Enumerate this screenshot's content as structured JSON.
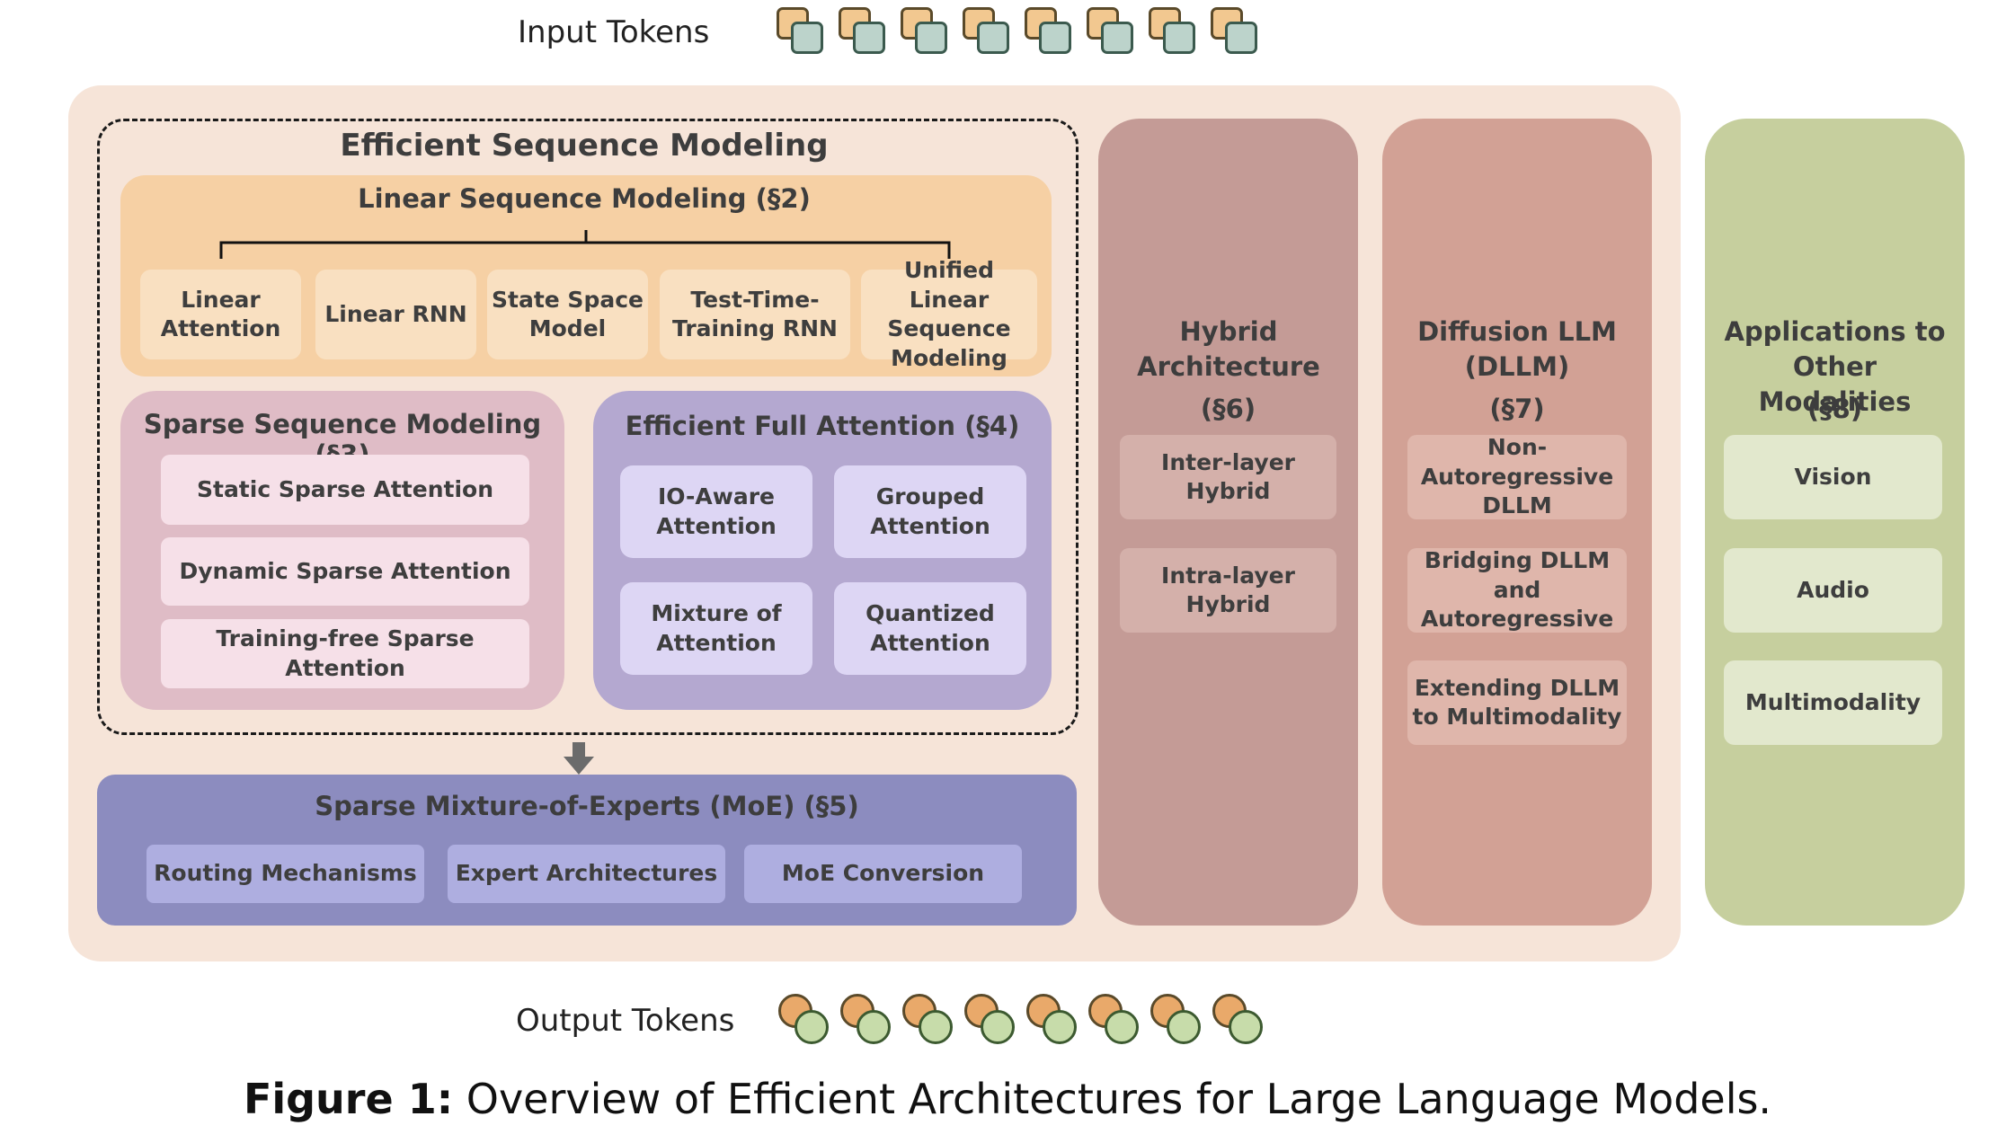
{
  "input_label": "Input Tokens",
  "output_label": "Output Tokens",
  "efficient_seq": {
    "title": "Efficient Sequence Modeling"
  },
  "linear": {
    "title": "Linear Sequence Modeling (§2)",
    "items": [
      "Linear Attention",
      "Linear RNN",
      "State Space Model",
      "Test-Time-Training RNN",
      "Unified Linear Sequence Modeling"
    ]
  },
  "sparse": {
    "title": "Sparse Sequence Modeling (§3)",
    "items": [
      "Static Sparse Attention",
      "Dynamic Sparse Attention",
      "Training-free Sparse Attention"
    ]
  },
  "full_attention": {
    "title": "Efficient Full Attention (§4)",
    "items": [
      "IO-Aware Attention",
      "Grouped Attention",
      "Mixture of Attention",
      "Quantized Attention"
    ]
  },
  "moe": {
    "title": "Sparse Mixture-of-Experts (MoE) (§5)",
    "items": [
      "Routing Mechanisms",
      "Expert Architectures",
      "MoE Conversion"
    ]
  },
  "hybrid": {
    "title": "Hybrid Architecture",
    "section": "(§6)",
    "items": [
      "Inter-layer Hybrid",
      "Intra-layer Hybrid"
    ]
  },
  "dllm": {
    "title": "Diffusion LLM (DLLM)",
    "section": "(§7)",
    "items": [
      "Non-Autoregressive DLLM",
      "Bridging DLLM and Autoregressive",
      "Extending DLLM to Multimodality"
    ]
  },
  "apps": {
    "title": "Applications to Other Modalities",
    "section": "(§8)",
    "items": [
      "Vision",
      "Audio",
      "Multimodality"
    ]
  },
  "caption": {
    "label": "Figure 1:",
    "text": "Overview of Efficient Architectures for Large Language Models."
  },
  "icons": {
    "input_token": "token-square-icon",
    "output_token": "token-circle-icon",
    "arrow": "arrow-down-icon"
  },
  "colors": {
    "outer_panel": "#f6e4d8",
    "linear_panel": "#f6d0a4",
    "sparse_panel": "#dfbcc6",
    "full_attention_panel": "#b4a8d0",
    "moe_panel": "#8c8cbf",
    "hybrid_panel": "#c49b96",
    "dllm_panel": "#d2a195",
    "apps_panel": "#c6cf9e"
  }
}
